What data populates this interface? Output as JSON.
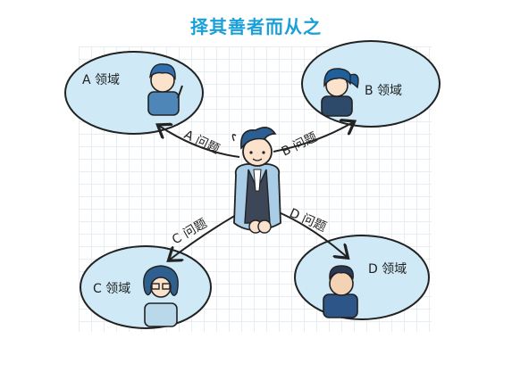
{
  "title": "择其善者而从之",
  "domains": {
    "a": "A 领域",
    "b": "B 领域",
    "c": "C 领域",
    "d": "D 领域"
  },
  "problems": {
    "a": "A 问题",
    "b": "B 问题",
    "c": "C 问题",
    "d": "D 问题"
  },
  "colors": {
    "title": "#1aa0d8",
    "bubble_fill": "#cfe9f6",
    "outline": "#222222",
    "grid": "#e6eef3"
  }
}
